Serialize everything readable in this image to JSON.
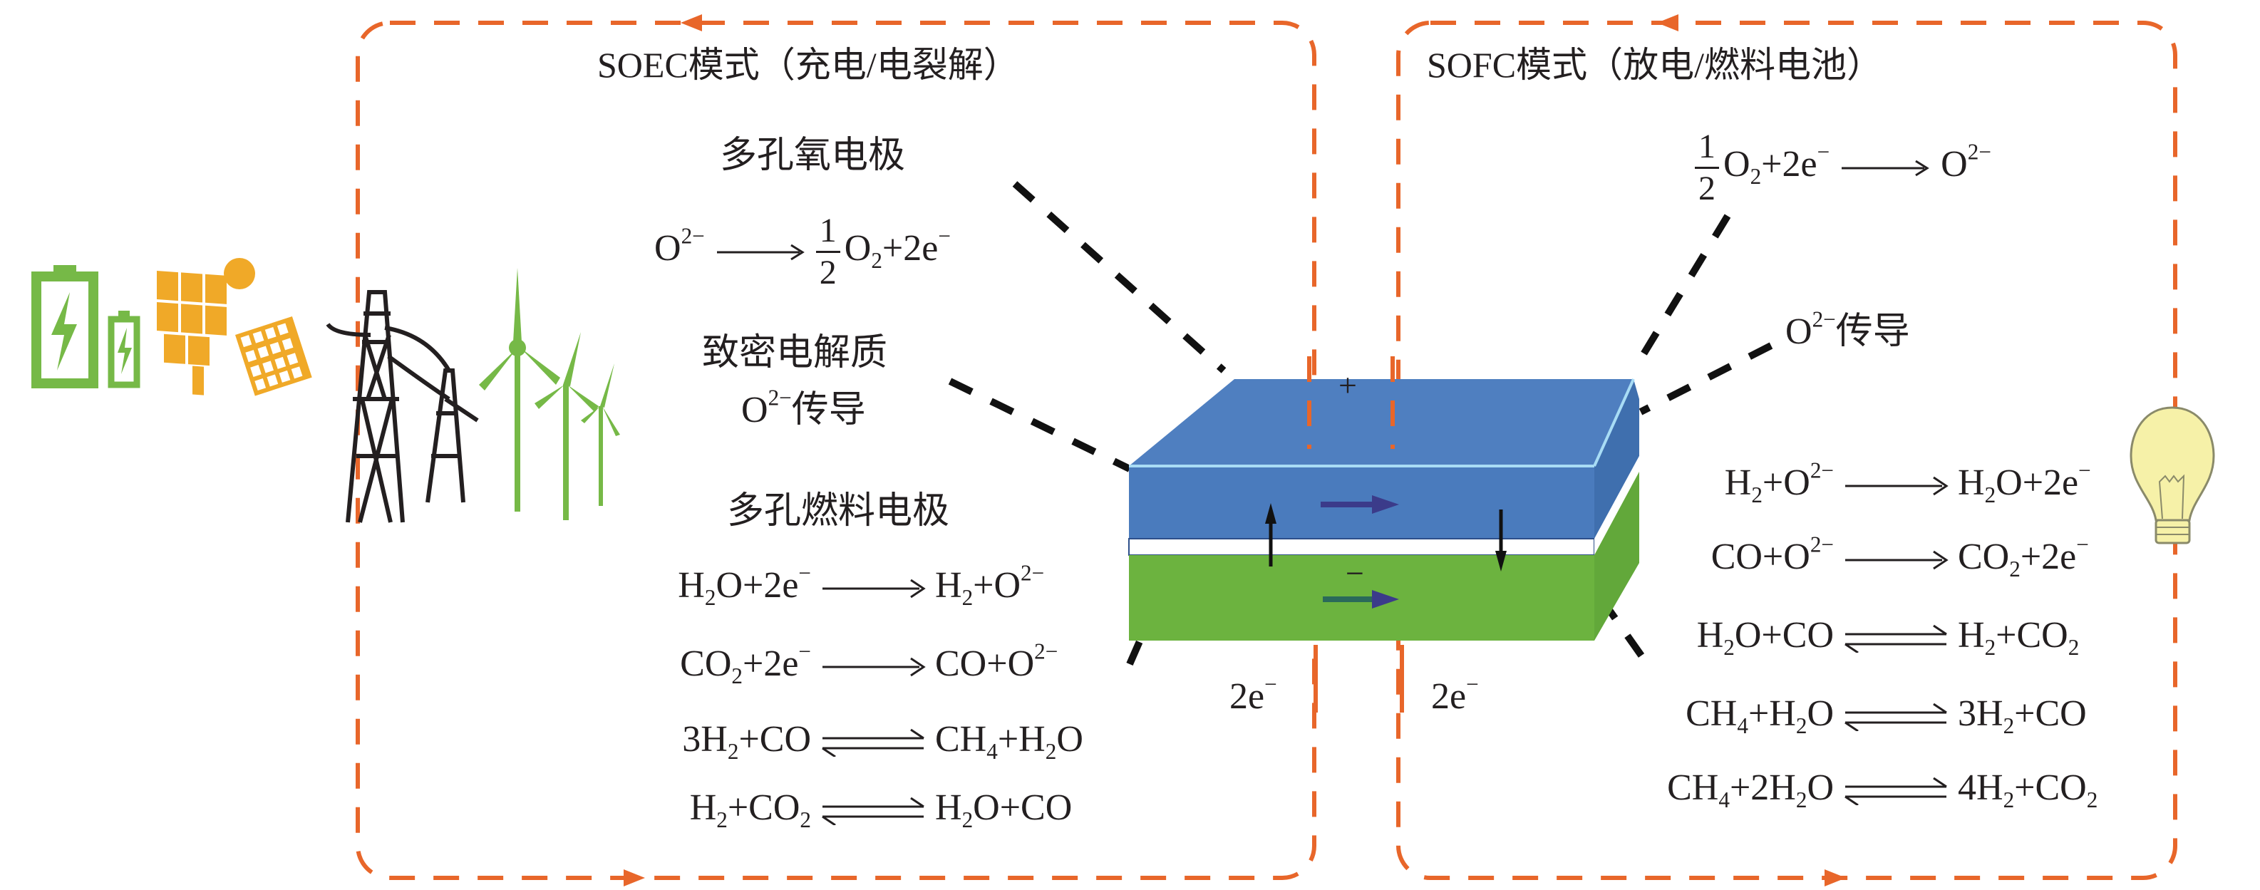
{
  "soec": {
    "title": "SOEC模式（充电/电裂解）",
    "oxygen_electrode": "多孔氧电极",
    "oxygen_reaction": {
      "left": "O²⁻",
      "frac_num": "1",
      "frac_den": "2",
      "right": "O₂+2e⁻"
    },
    "electrolyte_line1": "致密电解质",
    "electrolyte_line2": "O²⁻传导",
    "fuel_electrode": "多孔燃料电极",
    "reactions": [
      {
        "left": "H₂O+2e⁻",
        "arrow": "forward",
        "right": "H₂+O²⁻"
      },
      {
        "left": "CO₂+2e⁻",
        "arrow": "forward",
        "right": "CO+O²⁻"
      },
      {
        "left": "3H₂+CO",
        "arrow": "equilibrium",
        "right": "CH₄+H₂O"
      },
      {
        "left": "H₂+CO₂",
        "arrow": "equilibrium",
        "right": "H₂O+CO"
      }
    ],
    "electrons": "2e⁻"
  },
  "sofc": {
    "title": "SOFC模式（放电/燃料电池）",
    "oxygen_reaction": {
      "frac_num": "1",
      "frac_den": "2",
      "left": "O₂+2e⁻",
      "right": "O²⁻"
    },
    "conduction": "O²⁻传导",
    "reactions": [
      {
        "left": "H₂+O²⁻",
        "arrow": "forward",
        "right": "H₂O+2e⁻"
      },
      {
        "left": "CO+O²⁻",
        "arrow": "forward",
        "right": "CO₂+2e⁻"
      },
      {
        "left": "H₂O+CO",
        "arrow": "equilibrium",
        "right": "H₂+CO₂"
      },
      {
        "left": "CH₄+H₂O",
        "arrow": "equilibrium",
        "right": "3H₂+CO"
      },
      {
        "left": "CH₄+2H₂O",
        "arrow": "equilibrium",
        "right": "4H₂+CO₂"
      }
    ],
    "electrons": "2e⁻"
  },
  "cell": {
    "positive": "+",
    "negative": "−"
  },
  "colors": {
    "dash_orange": "#e8662a",
    "anode_blue": "#4f7fc0",
    "cathode_green": "#6cb33f",
    "solar_orange": "#f0a928",
    "icon_green": "#76b947",
    "bulb_yellow": "#f6f1a8"
  }
}
